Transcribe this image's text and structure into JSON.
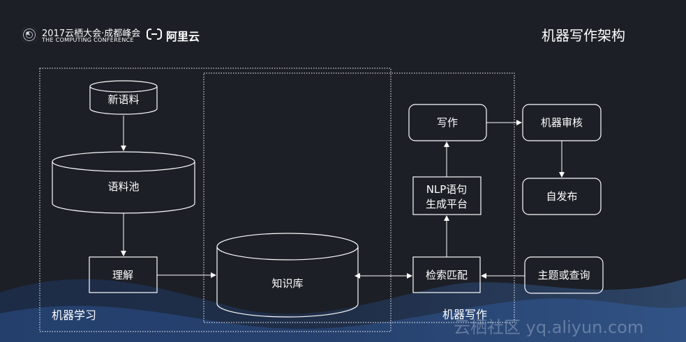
{
  "header": {
    "conference_title": "2017云栖大会·成都峰会",
    "conference_subtitle": "THE COMPUTING CONFERENCE",
    "brand": "阿里云",
    "slide_title": "机器写作架构"
  },
  "regions": {
    "machine_learning": "机器学习",
    "machine_writing": "机器写作"
  },
  "nodes": {
    "new_corpus": "新语料",
    "corpus_pool": "语料池",
    "understanding": "理解",
    "knowledge_base": "知识库",
    "writing": "写作",
    "nlp_line1": "NLP语句",
    "nlp_line2": "生成平台",
    "retrieval_match": "检索匹配",
    "machine_review": "机器审核",
    "self_publish": "自发布",
    "topic_query": "主题或查询"
  },
  "watermark": "云栖社区 yq.aliyun.com",
  "colors": {
    "background": "#1c1f26",
    "stroke": "#ffffff",
    "wave": "#2f6fd6"
  }
}
